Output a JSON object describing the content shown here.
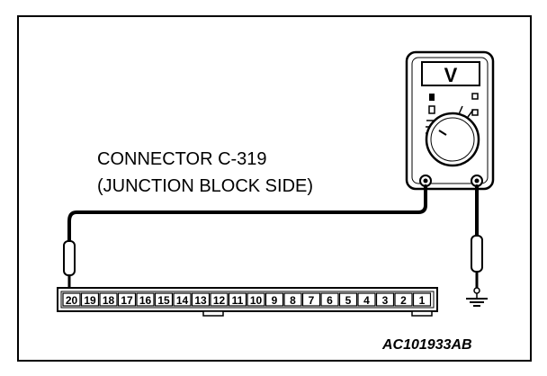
{
  "connector": {
    "line1": "CONNECTOR C-319",
    "line2": "(JUNCTION BLOCK SIDE)"
  },
  "meter": {
    "display": "V"
  },
  "pins": [
    "20",
    "19",
    "18",
    "17",
    "16",
    "15",
    "14",
    "13",
    "12",
    "11",
    "10",
    "9",
    "8",
    "7",
    "6",
    "5",
    "4",
    "3",
    "2",
    "1"
  ],
  "figure_id": "AC101933AB"
}
